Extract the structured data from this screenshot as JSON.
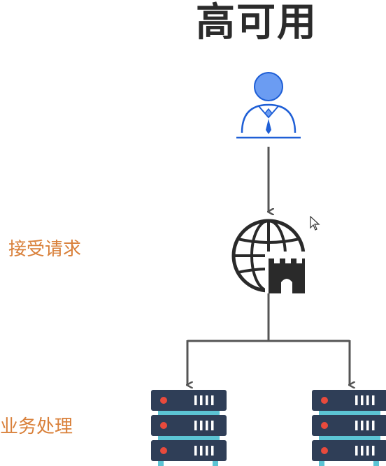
{
  "title": "高可用",
  "labels": {
    "receive": "接受请求",
    "process": "业务处理"
  },
  "nodes": [
    {
      "id": "user",
      "icon": "user-icon"
    },
    {
      "id": "gateway",
      "icon": "globe-castle-icon"
    },
    {
      "id": "server-left",
      "icon": "server-rack-icon"
    },
    {
      "id": "server-right",
      "icon": "server-rack-icon"
    }
  ],
  "colors": {
    "user_fill": "#6b9cf2",
    "user_stroke": "#1f5fd6",
    "arrow": "#555555",
    "gateway": "#2a2a2a",
    "server_body": "#2f3e57",
    "server_led": "#e84a3c",
    "server_base": "#5cc4d4",
    "label": "#d9803a"
  }
}
